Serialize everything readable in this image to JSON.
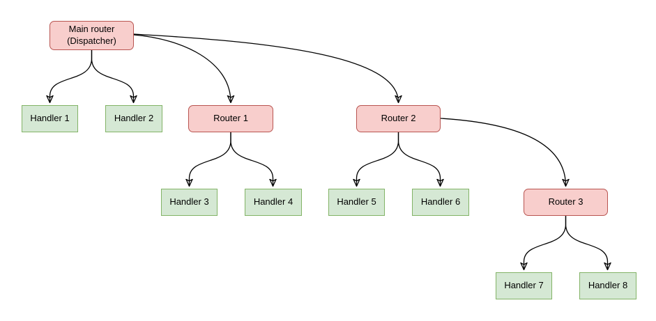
{
  "diagram": {
    "colors": {
      "background": "#ffffff",
      "router_fill": "#f8cecc",
      "router_stroke": "#b85450",
      "handler_fill": "#d5e8d4",
      "handler_stroke": "#82b366",
      "edge": "#000000",
      "text": "#000000"
    },
    "nodes": [
      {
        "id": "main-router",
        "type": "router",
        "label": "Main router\n(Dispatcher)"
      },
      {
        "id": "handler-1",
        "type": "handler",
        "label": "Handler 1"
      },
      {
        "id": "handler-2",
        "type": "handler",
        "label": "Handler 2"
      },
      {
        "id": "router-1",
        "type": "router",
        "label": "Router 1"
      },
      {
        "id": "router-2",
        "type": "router",
        "label": "Router 2"
      },
      {
        "id": "handler-3",
        "type": "handler",
        "label": "Handler 3"
      },
      {
        "id": "handler-4",
        "type": "handler",
        "label": "Handler 4"
      },
      {
        "id": "handler-5",
        "type": "handler",
        "label": "Handler 5"
      },
      {
        "id": "handler-6",
        "type": "handler",
        "label": "Handler 6"
      },
      {
        "id": "router-3",
        "type": "router",
        "label": "Router 3"
      },
      {
        "id": "handler-7",
        "type": "handler",
        "label": "Handler 7"
      },
      {
        "id": "handler-8",
        "type": "handler",
        "label": "Handler 8"
      }
    ],
    "edges": [
      {
        "from": "main-router",
        "to": "handler-1"
      },
      {
        "from": "main-router",
        "to": "handler-2"
      },
      {
        "from": "main-router",
        "to": "router-1"
      },
      {
        "from": "main-router",
        "to": "router-2"
      },
      {
        "from": "router-1",
        "to": "handler-3"
      },
      {
        "from": "router-1",
        "to": "handler-4"
      },
      {
        "from": "router-2",
        "to": "handler-5"
      },
      {
        "from": "router-2",
        "to": "handler-6"
      },
      {
        "from": "router-2",
        "to": "router-3"
      },
      {
        "from": "router-3",
        "to": "handler-7"
      },
      {
        "from": "router-3",
        "to": "handler-8"
      }
    ]
  }
}
